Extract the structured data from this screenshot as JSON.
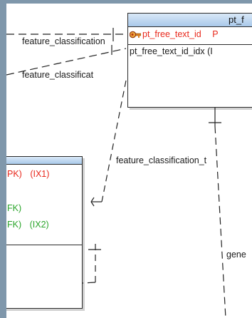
{
  "entities": {
    "pt_free": {
      "title": "pt_f",
      "pk_row": "pt_free_text_id",
      "pk_suffix": "P",
      "index_row": "pt_free_text_id_idx (I"
    },
    "left_entity": {
      "rows": [
        {
          "key": "PK)",
          "index": "(IX1)"
        },
        {
          "key": "FK)",
          "index": ""
        },
        {
          "key": "FK)",
          "index": "(IX2)"
        }
      ]
    }
  },
  "relationship_labels": {
    "label_1": "feature_classification",
    "label_2": "feature_classificat",
    "label_3": "feature_classification_t",
    "label_4": "gene"
  },
  "colors": {
    "primary_key": "#e8281c",
    "foreign_key": "#2aa52a",
    "header_gradient": "#a9c9ea",
    "background": "#7f97ab"
  },
  "icons": {
    "pk_icon": "key-icon"
  }
}
